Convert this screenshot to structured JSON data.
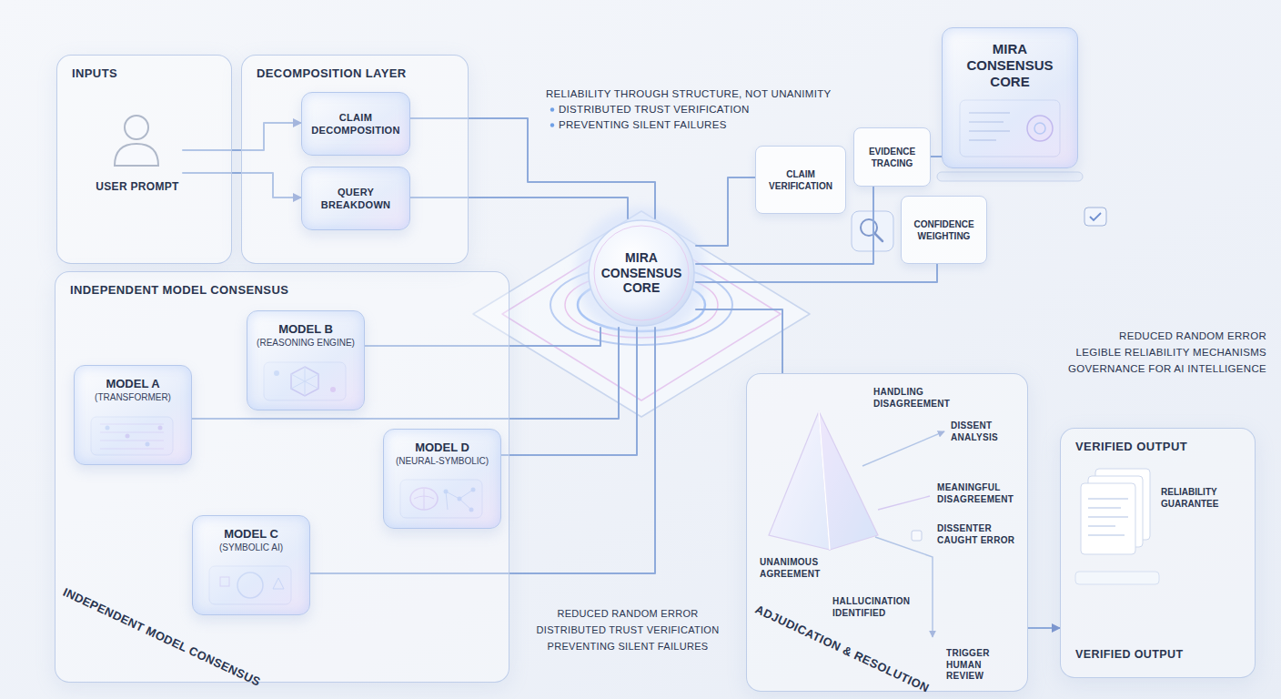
{
  "diagram": {
    "nodes": [
      {
        "text": [
          "INPUTS"
        ]
      },
      {
        "text": [
          "USER PROMPT"
        ],
        "in": 0
      },
      {
        "text": [
          "DECOMPOSITION LAYER"
        ]
      },
      {
        "text": [
          "CLAIM DECOMPOSITION"
        ],
        "in": 2
      },
      {
        "text": [
          "QUERY BREAKDOWN"
        ],
        "in": 2
      },
      {
        "text": [
          "MIRA CONSENSUS CORE"
        ]
      },
      {
        "text": [
          "CLAIM VERIFICATION"
        ]
      },
      {
        "text": [
          "EVIDENCE TRACING"
        ]
      },
      {
        "text": [
          "CONFIDENCE WEIGHTING"
        ]
      },
      {
        "text": [
          "MIRA CONSENSUS CORE"
        ]
      },
      {
        "text": [
          "INDEPENDENT MODEL CONSENSUS"
        ]
      },
      {
        "text": [
          "MODEL A",
          "(TRANSFORMER)"
        ],
        "in": 10
      },
      {
        "text": [
          "MODEL B",
          "(REASONING ENGINE)"
        ],
        "in": 10
      },
      {
        "text": [
          "MODEL C",
          "(SYMBOLIC AI)"
        ],
        "in": 10
      },
      {
        "text": [
          "MODEL D",
          "(NEURAL-SYMBOLIC)"
        ],
        "in": 10
      },
      {
        "text": [
          "ADJUDICATION & RESOLUTION"
        ]
      },
      {
        "text": [
          "VERIFIED OUTPUT",
          "RELIABILITY GUARANTEE",
          "VERIFIED OUTPUT"
        ]
      }
    ],
    "edges": [
      {
        "from": 1,
        "to": 3,
        "arrow": "to"
      },
      {
        "from": 1,
        "to": 4,
        "arrow": "to"
      },
      {
        "from": 3,
        "to": 9,
        "arrow": "none"
      },
      {
        "from": 4,
        "to": 9,
        "arrow": "none"
      },
      {
        "from": 11,
        "to": 9,
        "arrow": "none"
      },
      {
        "from": 12,
        "to": 9,
        "arrow": "none"
      },
      {
        "from": 13,
        "to": 9,
        "arrow": "none"
      },
      {
        "from": 14,
        "to": 9,
        "arrow": "none"
      },
      {
        "from": 9,
        "to": 6,
        "arrow": "none"
      },
      {
        "from": 9,
        "to": 7,
        "arrow": "none"
      },
      {
        "from": 9,
        "to": 8,
        "arrow": "none"
      },
      {
        "from": 7,
        "to": 5,
        "arrow": "none"
      },
      {
        "from": 9,
        "to": 15,
        "arrow": "none"
      },
      {
        "from": 15,
        "to": 16,
        "arrow": "to"
      }
    ],
    "labels": [
      "RELIABILITY THROUGH STRUCTURE, NOT UNANIMITY",
      "DISTRIBUTED TRUST VERIFICATION",
      "PREVENTING SILENT FAILURES",
      "REDUCED RANDOM ERROR",
      "LEGIBLE RELIABILITY MECHANISMS",
      "GOVERNANCE FOR AI INTELLIGENCE",
      "REDUCED RANDOM ERROR",
      "DISTRIBUTED TRUST VERIFICATION",
      "PREVENTING SILENT FAILURES",
      "INDEPENDENT MODEL CONSENSUS",
      "HANDLING DISAGREEMENT",
      "DISSENT ANALYSIS",
      "MEANINGFUL DISAGREEMENT",
      "DISSENTER CAUGHT ERROR",
      "UNANIMOUS AGREEMENT",
      "HALLUCINATION IDENTIFIED",
      "TRIGGER HUMAN REVIEW"
    ]
  }
}
